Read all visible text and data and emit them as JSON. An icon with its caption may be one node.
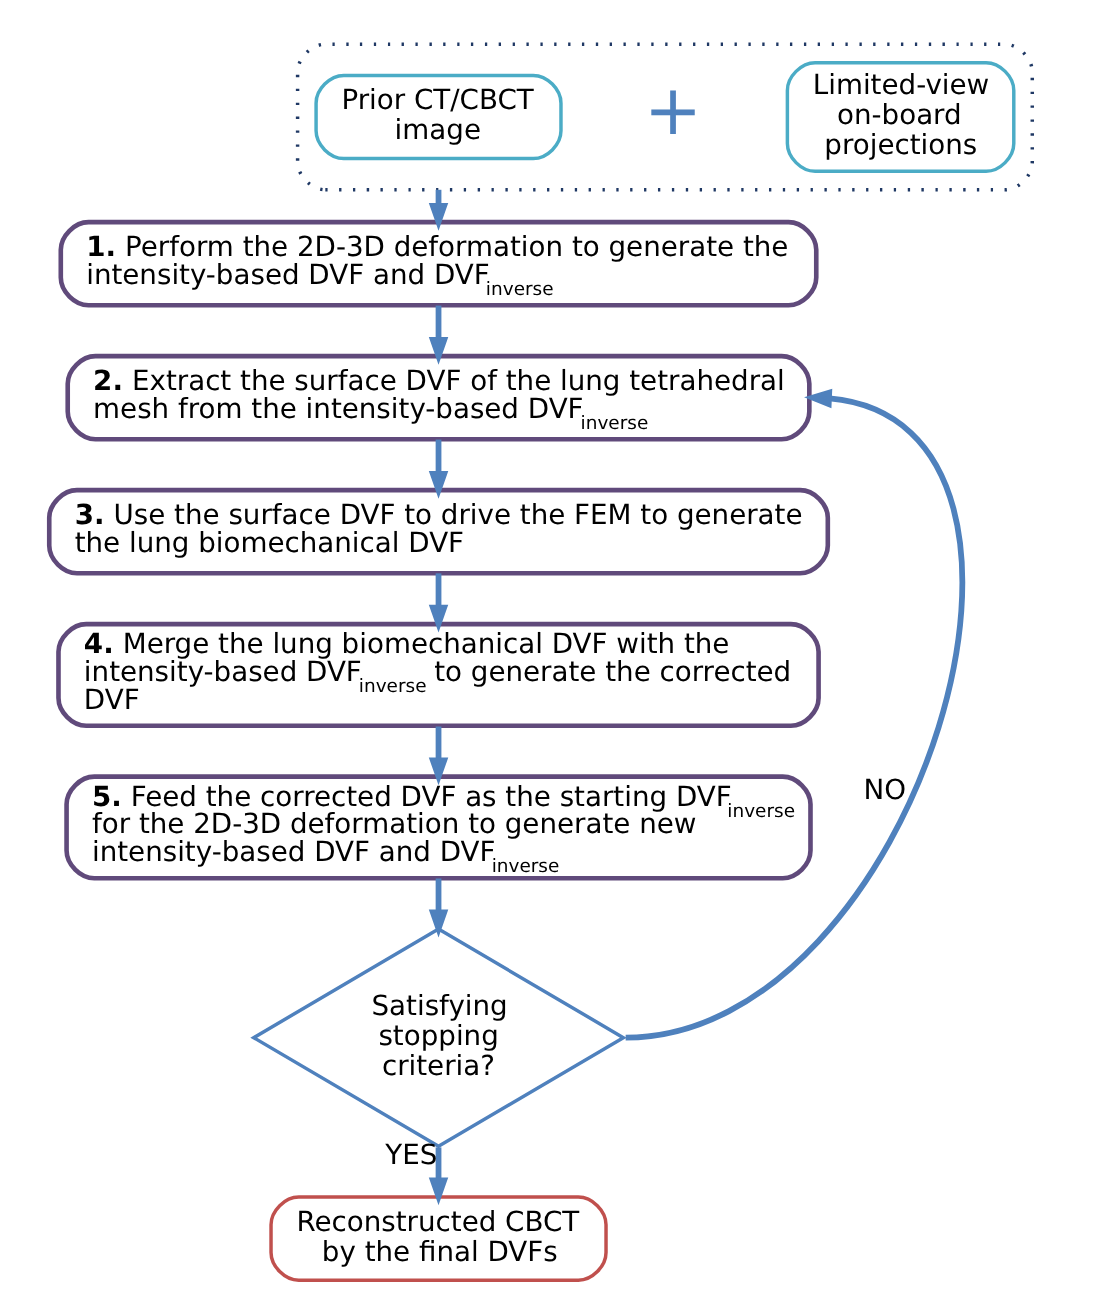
{
  "diagram": {
    "nodes": [
      {
        "text": [],
        "shape": "box"
      },
      {
        "text": [
          "Prior CT/CBCT image"
        ],
        "in": 0
      },
      {
        "text": [
          "Limited-view on-board projections"
        ],
        "in": 0
      },
      {
        "text": [
          "**1.** Perform the 2D-3D deformation to generate the intensity-based DVF and DVF$_{inverse}$"
        ]
      },
      {
        "text": [
          "**2.** Extract the surface DVF of the lung tetrahedral mesh from the intensity-based DVF$_{inverse}$"
        ]
      },
      {
        "text": [
          "**3.** Use the surface DVF to drive the FEM to generate the lung biomechanical DVF"
        ]
      },
      {
        "text": [
          "**4.** Merge the lung biomechanical DVF with the intensity-based DVF$_{inverse}$ to generate the corrected DVF"
        ]
      },
      {
        "text": [
          "**5.** Feed the corrected DVF as the starting DVF$_{inverse}$ for the 2D-3D deformation to generate new intensity-based DVF and DVF$_{inverse}$"
        ]
      },
      {
        "text": [
          "Satisfying stopping criteria?"
        ]
      },
      {
        "text": [
          "Reconstructed CBCT by the final DVFs"
        ]
      }
    ],
    "edges": [
      {
        "from": 0,
        "to": 3,
        "arrow": "to"
      },
      {
        "from": 3,
        "to": 4,
        "arrow": "to"
      },
      {
        "from": 4,
        "to": 5,
        "arrow": "to"
      },
      {
        "from": 5,
        "to": 6,
        "arrow": "to"
      },
      {
        "from": 6,
        "to": 7,
        "arrow": "to"
      },
      {
        "from": 7,
        "to": 8,
        "arrow": "to"
      },
      {
        "from": 8,
        "to": 9,
        "arrow": "to",
        "label": "YES"
      },
      {
        "from": 8,
        "to": 4,
        "arrow": "to",
        "label": "NO"
      }
    ],
    "labels": [
      "+"
    ]
  }
}
